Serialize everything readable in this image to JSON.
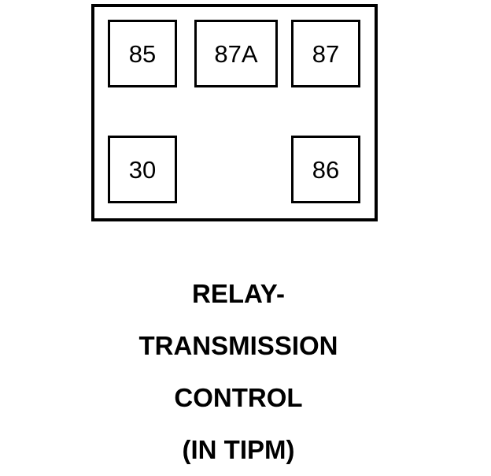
{
  "diagram": {
    "type": "automotive-relay-pinout",
    "body": {
      "shape": "rectangle",
      "border_color": "#000000",
      "fill_color": "#ffffff"
    },
    "terminals": [
      {
        "id": "85",
        "label": "85",
        "row": "top",
        "column": "left"
      },
      {
        "id": "87A",
        "label": "87A",
        "row": "top",
        "column": "center"
      },
      {
        "id": "87",
        "label": "87",
        "row": "top",
        "column": "right"
      },
      {
        "id": "30",
        "label": "30",
        "row": "bottom",
        "column": "left"
      },
      {
        "id": "86",
        "label": "86",
        "row": "bottom",
        "column": "right"
      }
    ]
  },
  "caption": {
    "lines": [
      "RELAY-",
      "TRANSMISSION",
      "CONTROL",
      "(IN TIPM)"
    ],
    "full_text": "RELAY-TRANSMISSION CONTROL (IN TIPM)"
  },
  "colors": {
    "ink": "#000000",
    "background": "#ffffff"
  }
}
